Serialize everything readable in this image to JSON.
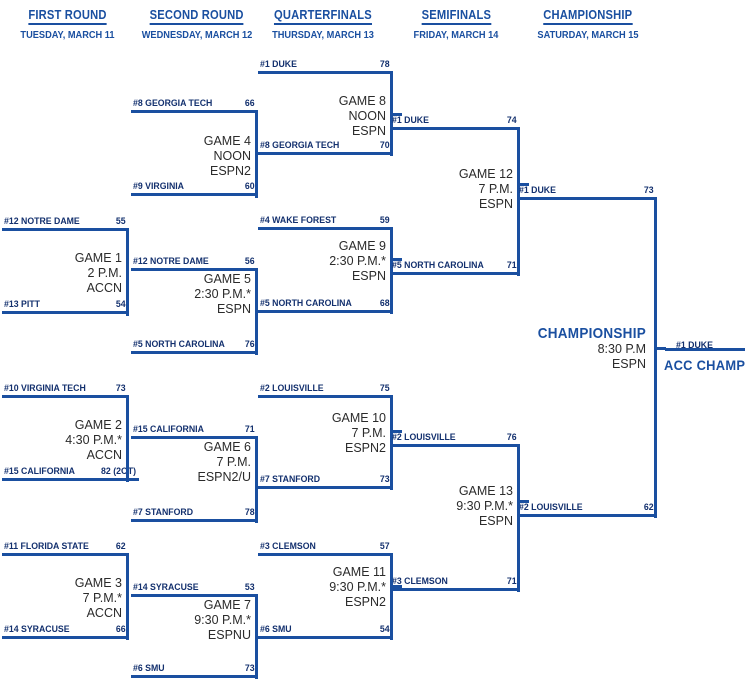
{
  "rounds": [
    {
      "title": "FIRST ROUND",
      "date": "TUESDAY, MARCH 11"
    },
    {
      "title": "SECOND ROUND",
      "date": "WEDNESDAY, MARCH 12"
    },
    {
      "title": "QUARTERFINALS",
      "date": "THURSDAY, MARCH 13"
    },
    {
      "title": "SEMIFINALS",
      "date": "FRIDAY, MARCH 14"
    },
    {
      "title": "CHAMPIONSHIP",
      "date": "SATURDAY, MARCH 15"
    }
  ],
  "colors": {
    "line": "#1a4fa0",
    "team_text": "#13306e",
    "info_text": "#2b2b2b",
    "background": "#ffffff"
  },
  "games": {
    "g1": {
      "label": "GAME 1",
      "time": "2 P.M.",
      "network": "ACCN",
      "top": {
        "team": "#12 NOTRE DAME",
        "score": "55"
      },
      "bottom": {
        "team": "#13 PITT",
        "score": "54"
      }
    },
    "g2": {
      "label": "GAME 2",
      "time": "4:30 P.M.*",
      "network": "ACCN",
      "top": {
        "team": "#10 VIRGINIA TECH",
        "score": "73"
      },
      "bottom": {
        "team": "#15 CALIFORNIA",
        "score": "82 (2OT)"
      }
    },
    "g3": {
      "label": "GAME 3",
      "time": "7 P.M.*",
      "network": "ACCN",
      "top": {
        "team": "#11 FLORIDA STATE",
        "score": "62"
      },
      "bottom": {
        "team": "#14 SYRACUSE",
        "score": "66"
      }
    },
    "g4": {
      "label": "GAME 4",
      "time": "NOON",
      "network": "ESPN2",
      "top": {
        "team": "#8 GEORGIA TECH",
        "score": "66"
      },
      "bottom": {
        "team": "#9 VIRGINIA",
        "score": "60"
      }
    },
    "g5": {
      "label": "GAME 5",
      "time": "2:30 P.M.*",
      "network": "ESPN",
      "top": {
        "team": "#12 NOTRE DAME",
        "score": "56"
      },
      "bottom": {
        "team": "#5 NORTH CAROLINA",
        "score": "76"
      }
    },
    "g6": {
      "label": "GAME 6",
      "time": "7 P.M.",
      "network": "ESPN2/U",
      "top": {
        "team": "#15 CALIFORNIA",
        "score": "71"
      },
      "bottom": {
        "team": "#7 STANFORD",
        "score": "78"
      }
    },
    "g7": {
      "label": "GAME 7",
      "time": "9:30 P.M.*",
      "network": "ESPNU",
      "top": {
        "team": "#14 SYRACUSE",
        "score": "53"
      },
      "bottom": {
        "team": "#6 SMU",
        "score": "73"
      }
    },
    "g8": {
      "label": "GAME 8",
      "time": "NOON",
      "network": "ESPN",
      "top": {
        "team": "#1 DUKE",
        "score": "78"
      },
      "bottom": {
        "team": "#8 GEORGIA TECH",
        "score": "70"
      }
    },
    "g9": {
      "label": "GAME 9",
      "time": "2:30 P.M.*",
      "network": "ESPN",
      "top": {
        "team": "#4 WAKE FOREST",
        "score": "59"
      },
      "bottom": {
        "team": "#5 NORTH CAROLINA",
        "score": "68"
      }
    },
    "g10": {
      "label": "GAME 10",
      "time": "7 P.M.",
      "network": "ESPN2",
      "top": {
        "team": "#2 LOUISVILLE",
        "score": "75"
      },
      "bottom": {
        "team": "#7 STANFORD",
        "score": "73"
      }
    },
    "g11": {
      "label": "GAME 11",
      "time": "9:30 P.M.*",
      "network": "ESPN2",
      "top": {
        "team": "#3 CLEMSON",
        "score": "57"
      },
      "bottom": {
        "team": "#6 SMU",
        "score": "54"
      }
    },
    "g12": {
      "label": "GAME 12",
      "time": "7 P.M.",
      "network": "ESPN",
      "top": {
        "team": "#1 DUKE",
        "score": "74"
      },
      "bottom": {
        "team": "#5 NORTH CAROLINA",
        "score": "71"
      }
    },
    "g13": {
      "label": "GAME 13",
      "time": "9:30 P.M.*",
      "network": "ESPN",
      "top": {
        "team": "#2 LOUISVILLE",
        "score": "76"
      },
      "bottom": {
        "team": "#3 CLEMSON",
        "score": "71"
      }
    },
    "final": {
      "label": "CHAMPIONSHIP",
      "time": "8:30 P.M",
      "network": "ESPN",
      "top": {
        "team": "#1 DUKE",
        "score": "73"
      },
      "bottom": {
        "team": "#2 LOUISVILLE",
        "score": "62"
      }
    }
  },
  "champion": {
    "team": "#1 DUKE",
    "label": "ACC CHAMPION"
  }
}
